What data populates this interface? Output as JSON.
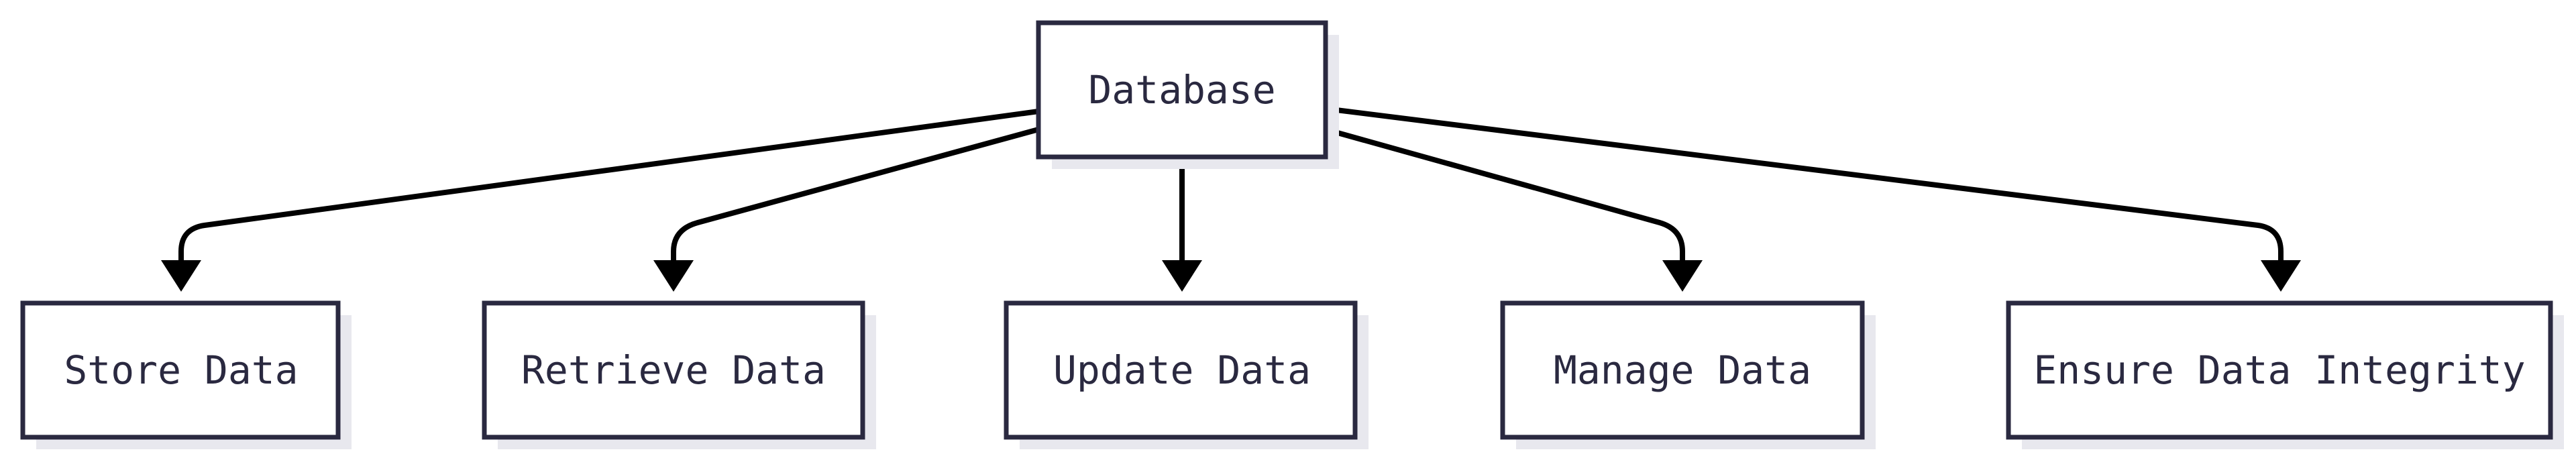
{
  "diagram": {
    "root": {
      "id": "database",
      "label": "Database"
    },
    "children": [
      {
        "id": "store-data",
        "label": "Store Data"
      },
      {
        "id": "retrieve-data",
        "label": "Retrieve Data"
      },
      {
        "id": "update-data",
        "label": "Update Data"
      },
      {
        "id": "manage-data",
        "label": "Manage Data"
      },
      {
        "id": "ensure-data-integrity",
        "label": "Ensure Data Integrity"
      }
    ],
    "edges": [
      {
        "from": "database",
        "to": "store-data"
      },
      {
        "from": "database",
        "to": "retrieve-data"
      },
      {
        "from": "database",
        "to": "update-data"
      },
      {
        "from": "database",
        "to": "manage-data"
      },
      {
        "from": "database",
        "to": "ensure-data-integrity"
      }
    ],
    "colors": {
      "node_border": "#2a2940",
      "node_fill": "#ffffff",
      "node_shadow": "#e8e8ee",
      "edge": "#000000",
      "text": "#2a2940"
    }
  }
}
